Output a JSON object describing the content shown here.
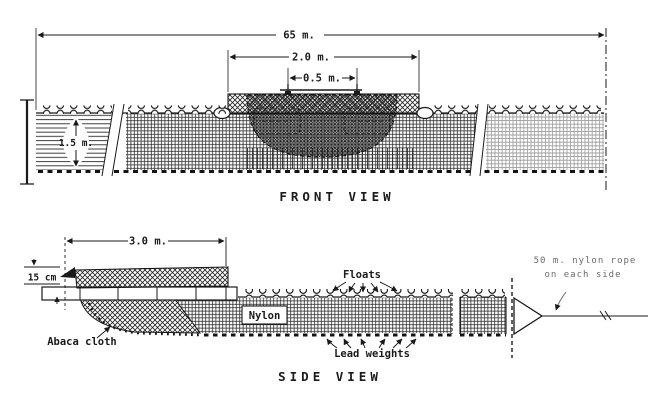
{
  "figure": {
    "colors": {
      "ink": "#1a1a1a",
      "paper": "#ffffff"
    },
    "front_view": {
      "title": "FRONT VIEW",
      "dims": {
        "total_width": "65 m.",
        "bag_width": "2.0 m.",
        "mouth_width": "0.5 m.",
        "net_depth": "1.5 m."
      }
    },
    "side_view": {
      "title": "SIDE VIEW",
      "dims": {
        "raft_length": "3.0 m.",
        "raft_height": "15 cm"
      },
      "labels": {
        "nylon": "Nylon",
        "abaca_cloth": "Abaca cloth",
        "floats": "Floats",
        "lead_weights": "Lead weights",
        "rope_note_line1": "50 m. nylon rope",
        "rope_note_line2": "on each side"
      }
    }
  }
}
